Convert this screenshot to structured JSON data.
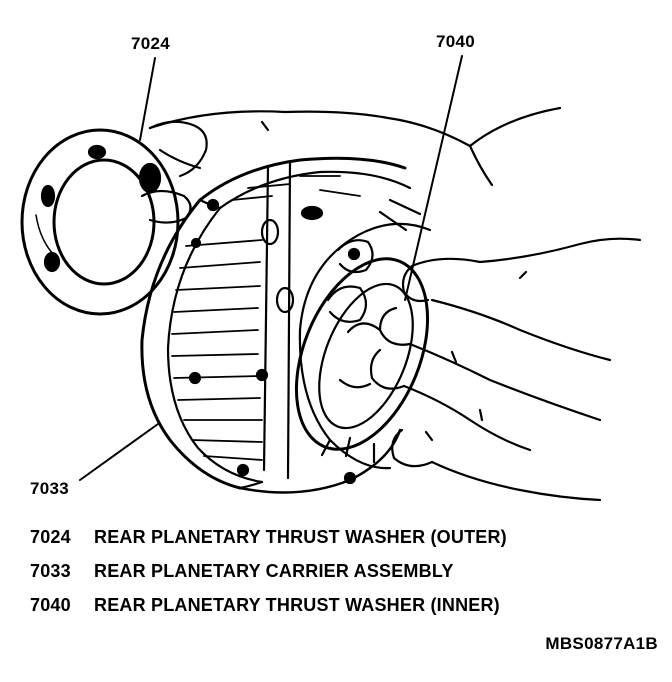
{
  "callouts": {
    "outer_washer": "7024",
    "inner_washer": "7040",
    "carrier": "7033"
  },
  "legend": [
    {
      "code": "7024",
      "description": "REAR PLANETARY THRUST WASHER (OUTER)"
    },
    {
      "code": "7033",
      "description": "REAR PLANETARY CARRIER ASSEMBLY"
    },
    {
      "code": "7040",
      "description": "REAR PLANETARY THRUST WASHER (INNER)"
    }
  ],
  "figure_id": "MBS0877A1B"
}
